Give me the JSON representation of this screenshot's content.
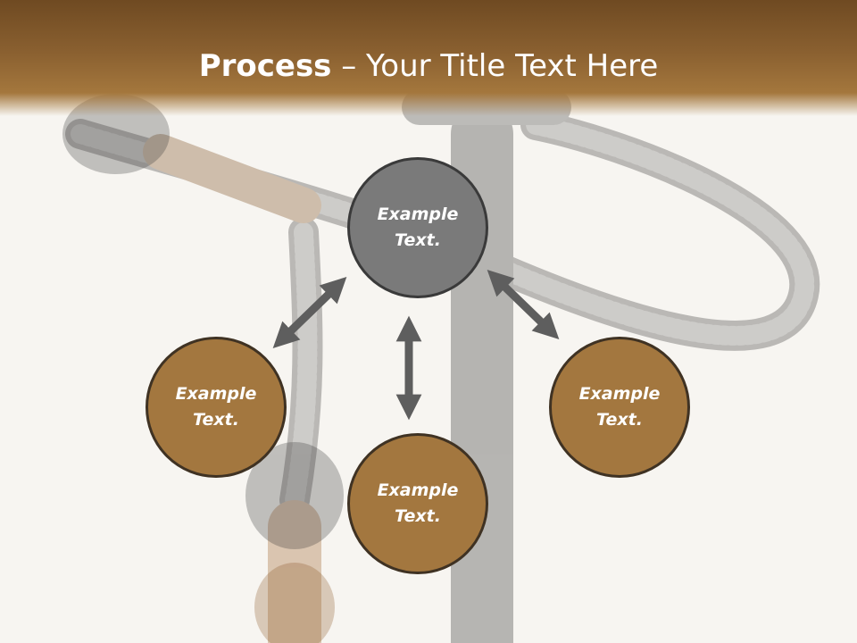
{
  "slide": {
    "title_bold": "Process",
    "title_rest": " – Your Title Text Here"
  },
  "nodes": [
    {
      "label": "Example Text.",
      "color": "#7a7a7a"
    },
    {
      "label": "Example Text.",
      "color": "#a3773f"
    },
    {
      "label": "Example Text.",
      "color": "#a3773f"
    },
    {
      "label": "Example Text.",
      "color": "#a3773f"
    }
  ],
  "colors": {
    "header": "#8a6030",
    "arrow": "#5e5e5e",
    "node_brown": "#a3773f",
    "node_gray": "#7a7a7a"
  }
}
